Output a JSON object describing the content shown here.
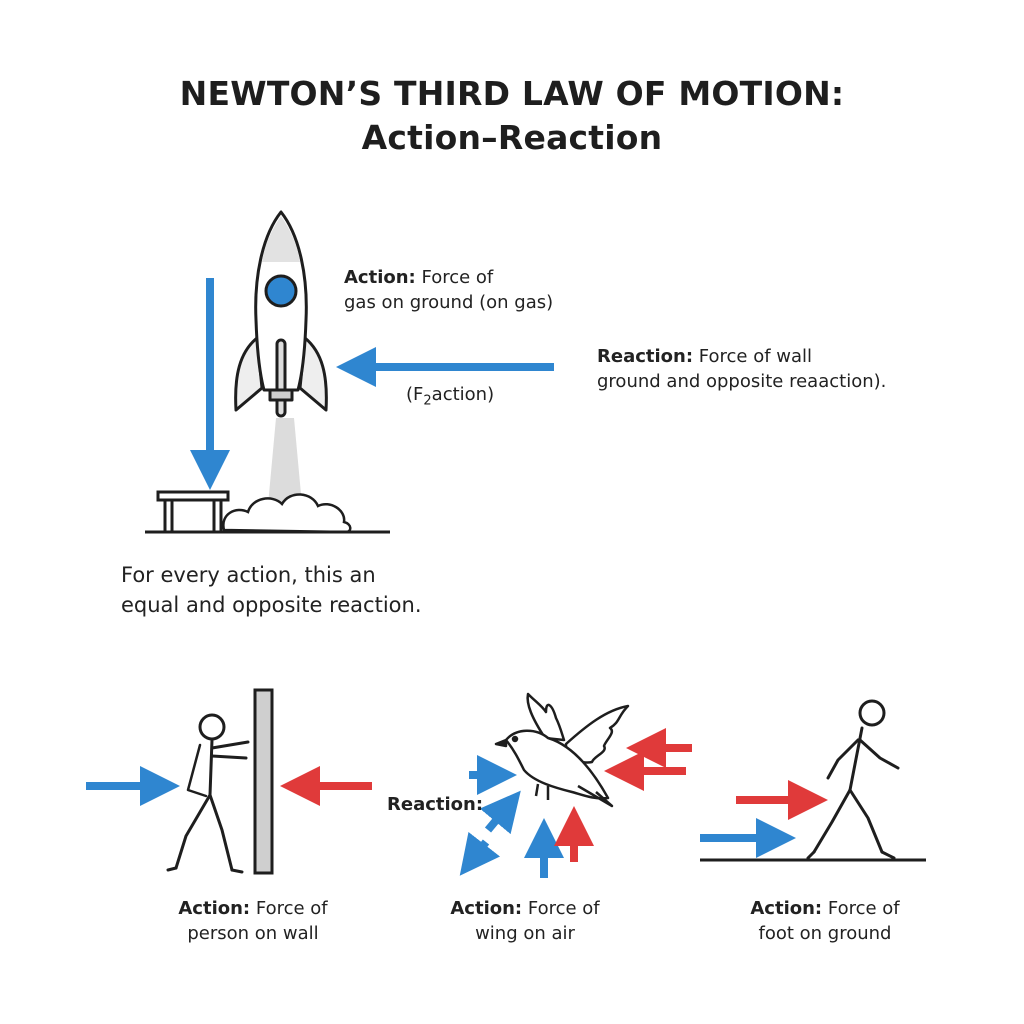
{
  "title": {
    "line1": "NEWTON’S THIRD LAW OF MOTION:",
    "line2": "Action–Reaction"
  },
  "rocket": {
    "action_bold": "Action:",
    "action_text_1": "Force of",
    "action_text_2": "gas on ground (on gas)",
    "reaction_bold": "Reaction:",
    "reaction_text_1": "Force of wall",
    "reaction_text_2": "ground and opposite reaaction).",
    "arrow_note_prefix": "(F",
    "arrow_note_sub": "2",
    "arrow_note_suffix": "action)"
  },
  "principle": {
    "line1": "For every action, this an",
    "line2": "equal and opposite reaction."
  },
  "examples": [
    {
      "bold": "Action:",
      "text1": "Force of",
      "text2": "person on wall"
    },
    {
      "bold": "Action:",
      "text1": "Force of",
      "text2": "wing on air"
    },
    {
      "bold": "Action:",
      "text1": "Force of",
      "text2": "foot on ground"
    }
  ],
  "bird_reaction_label": "Reaction:",
  "colors": {
    "blue": "#2f86d0",
    "red": "#e03a3a",
    "outline": "#1e1e1e",
    "wall": "#cfcfcf",
    "smoke": "#d4d4d4"
  }
}
